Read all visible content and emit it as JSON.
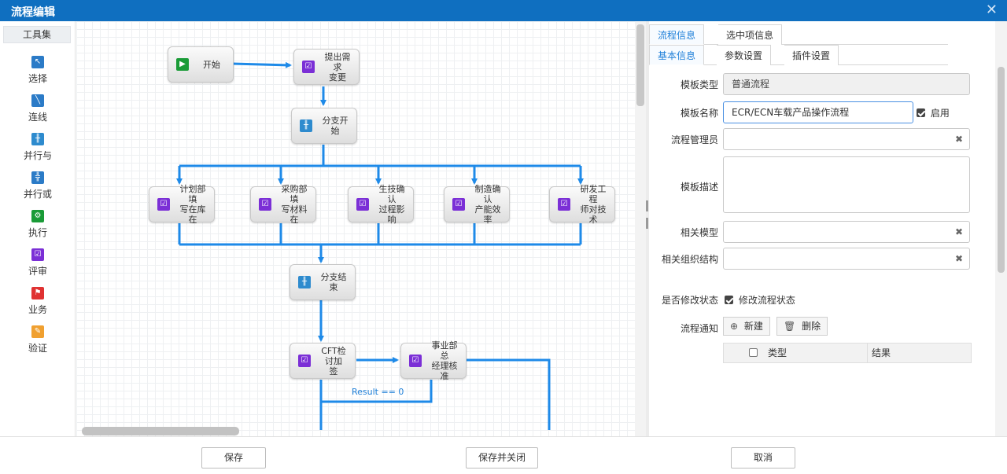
{
  "window": {
    "title": "流程编辑",
    "close_glyph": "✕"
  },
  "toolbox": {
    "header": "工具集",
    "items": [
      {
        "label": "选择",
        "icon": "cursor-icon",
        "color": "#2b7bc7",
        "glyph": "↖"
      },
      {
        "label": "连线",
        "icon": "line-icon",
        "color": "#2b7bc7",
        "glyph": "╲"
      },
      {
        "label": "并行与",
        "icon": "parallel-and-icon",
        "color": "#2e8bce",
        "glyph": "╫"
      },
      {
        "label": "并行或",
        "icon": "parallel-or-icon",
        "color": "#2b7bc7",
        "glyph": "╬"
      },
      {
        "label": "执行",
        "icon": "execute-icon",
        "color": "#1a9b37",
        "glyph": "⚙"
      },
      {
        "label": "评审",
        "icon": "review-icon",
        "color": "#7b2fd6",
        "glyph": "☑"
      },
      {
        "label": "业务",
        "icon": "business-flag-icon",
        "color": "#e03232",
        "glyph": "⚑"
      },
      {
        "label": "验证",
        "icon": "verify-icon",
        "color": "#f0a030",
        "glyph": "✎"
      }
    ]
  },
  "flow": {
    "nodes": {
      "start": "开始",
      "req": "提出需求\n变更",
      "fork": "分支开始",
      "n1": "计划部填\n写在库在",
      "n2": "采购部填\n写材料在",
      "n3": "生技确认\n过程影响",
      "n4": "制造确认\n产能效率",
      "n5": "研发工程\n师对技术",
      "join": "分支结束",
      "cft": "CFT检讨加\n签",
      "bu": "事业部总\n经理核准"
    },
    "condition_label": "Result == 0",
    "line_color": "#1e8ae8"
  },
  "panel": {
    "tabs_top": [
      "流程信息",
      "选中项信息"
    ],
    "tabs_sub": [
      "基本信息",
      "参数设置",
      "插件设置"
    ],
    "active_top": 0,
    "active_sub": 0,
    "fields": {
      "template_type": {
        "label": "模板类型",
        "value": "普通流程"
      },
      "template_name": {
        "label": "模板名称",
        "value": "ECR/ECN车载产品操作流程"
      },
      "enable": {
        "label": "启用",
        "checked": true
      },
      "manager": {
        "label": "流程管理员",
        "value": ""
      },
      "description": {
        "label": "模板描述",
        "value": ""
      },
      "related_model": {
        "label": "相关模型",
        "value": ""
      },
      "related_org": {
        "label": "相关组织结构",
        "value": ""
      },
      "modify_state": {
        "label": "是否修改状态",
        "option": "修改流程状态",
        "checked": true
      },
      "notify": {
        "label": "流程通知",
        "new_label": "新建",
        "delete_label": "删除"
      }
    },
    "notify_grid": {
      "columns": [
        "类型",
        "结果"
      ]
    },
    "clear_glyph": "✖"
  },
  "footer": {
    "save": "保存",
    "save_close": "保存并关闭",
    "cancel": "取消"
  }
}
